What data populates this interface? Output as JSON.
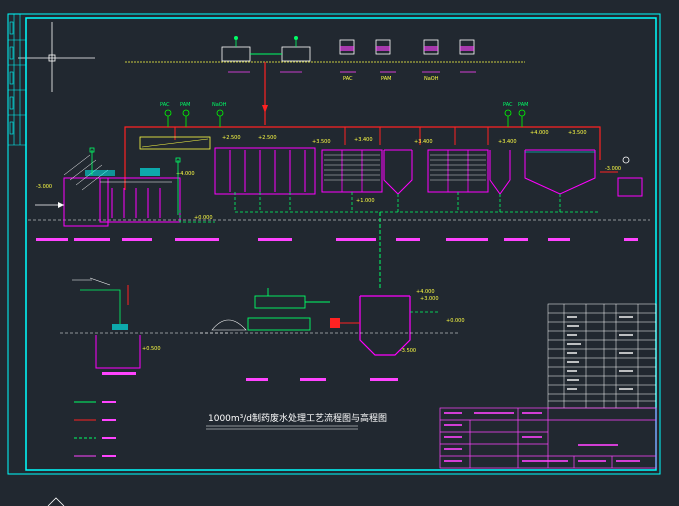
{
  "drawing": {
    "title": "1000m³/d制药废水处理工艺流程图与高程图"
  },
  "chemicals": {
    "pac_top": "PAC",
    "pam_top": "PAM",
    "naoh_top": "NaOH",
    "pac_left": "PAC",
    "pam_left": "PAM",
    "naoh_left": "NaOH",
    "pac_right": "PAC",
    "pam_right": "PAM"
  },
  "elevations": {
    "e1": "-3.000",
    "e2": "+4.000",
    "e3": "+2.500",
    "e4": "+2.500",
    "e5": "+3.500",
    "e6": "+3.400",
    "e7": "+3.400",
    "e8": "+4.000",
    "e9": "+3.400",
    "e10": "+3.500",
    "e11": "-3.000",
    "e12": "+0.000",
    "e13": "+1.000",
    "e14": "+0.500",
    "e15": "+4.000",
    "e16": "-3.500",
    "e17": "+3.000",
    "e18": "+0.000"
  },
  "colors": {
    "background": "#212830",
    "frame": "#00ffff",
    "tank": "#ff00ff",
    "pipe": "#ff2222",
    "sludge": "#00ff66",
    "chem": "#00ff00",
    "ground": "#ffffff"
  }
}
